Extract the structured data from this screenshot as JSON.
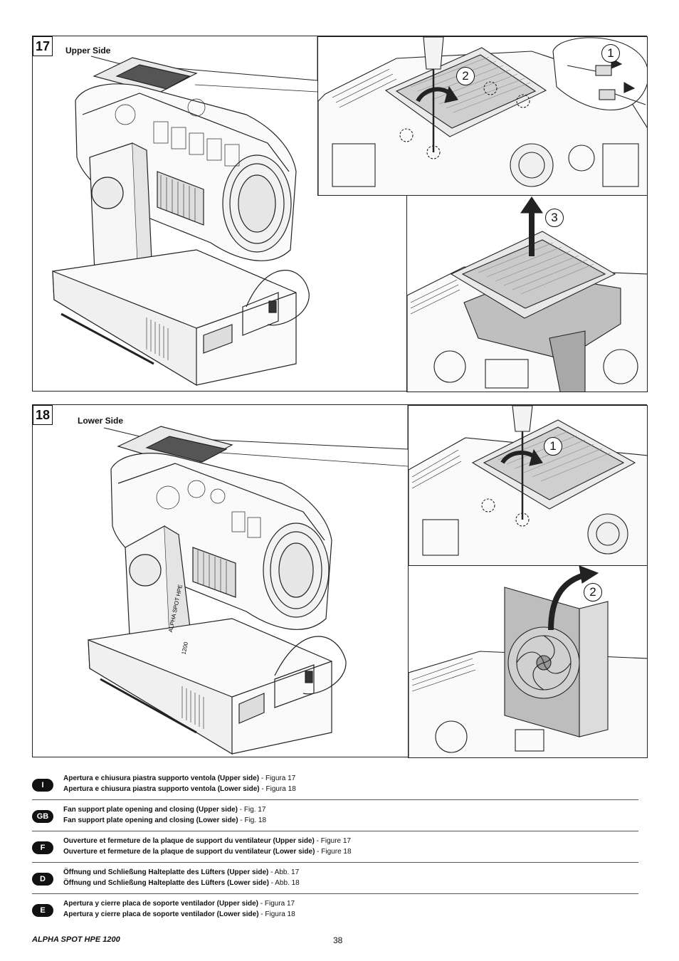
{
  "figures": [
    {
      "number": "17",
      "side_label": "Upper Side",
      "steps": [
        "1",
        "2",
        "3"
      ]
    },
    {
      "number": "18",
      "side_label": "Lower Side",
      "steps": [
        "1",
        "2"
      ]
    }
  ],
  "languages": [
    {
      "code": "I",
      "lines": [
        {
          "bold": "Apertura e chiusura piastra supporto ventola (Upper side)",
          "ref": " - Figura 17"
        },
        {
          "bold": "Apertura e chiusura piastra supporto ventola (Lower side)",
          "ref": " - Figura 18"
        }
      ]
    },
    {
      "code": "GB",
      "lines": [
        {
          "bold": "Fan support plate opening and closing (Upper side)",
          "ref": " - Fig. 17"
        },
        {
          "bold": "Fan support plate opening and closing (Lower side)",
          "ref": " - Fig. 18"
        }
      ]
    },
    {
      "code": "F",
      "lines": [
        {
          "bold": "Ouverture et fermeture de la plaque de support du ventilateur (Upper side)",
          "ref": " - Figure 17"
        },
        {
          "bold": "Ouverture et fermeture de la plaque de support du ventilateur (Lower side)",
          "ref": " - Figure 18"
        }
      ]
    },
    {
      "code": "D",
      "lines": [
        {
          "bold": "Öffnung und Schließung Halteplatte des Lüfters (Upper side)",
          "ref": " - Abb. 17"
        },
        {
          "bold": "Öffnung und Schließung Halteplatte des Lüfters (Lower side)",
          "ref": " - Abb. 18"
        }
      ]
    },
    {
      "code": "E",
      "lines": [
        {
          "bold": "Apertura y cierre placa de soporte ventilador (Upper side)",
          "ref": " - Figura 17"
        },
        {
          "bold": "Apertura y cierre placa de soporte ventilador (Lower side)",
          "ref": " - Figura 18"
        }
      ]
    }
  ],
  "footer": {
    "product": "ALPHA SPOT HPE 1200",
    "page": "38"
  },
  "device_markings": {
    "arm_label": "ALPHA SPOT HPE",
    "arm_model": "1200"
  }
}
